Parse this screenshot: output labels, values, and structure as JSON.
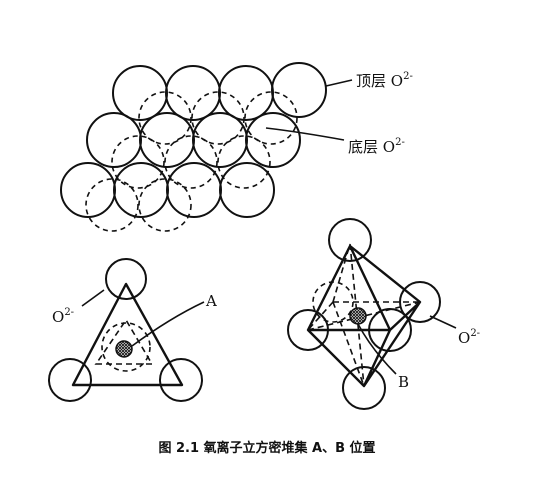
{
  "labels": {
    "top_layer": "顶层 O",
    "bottom_layer": "底层 O",
    "charge": "2-",
    "oxygen_left": "O",
    "oxygen_right": "O",
    "site_a": "A",
    "site_b": "B"
  },
  "caption": "图 2.1  氧离子立方密堆集 A、B 位置"
}
